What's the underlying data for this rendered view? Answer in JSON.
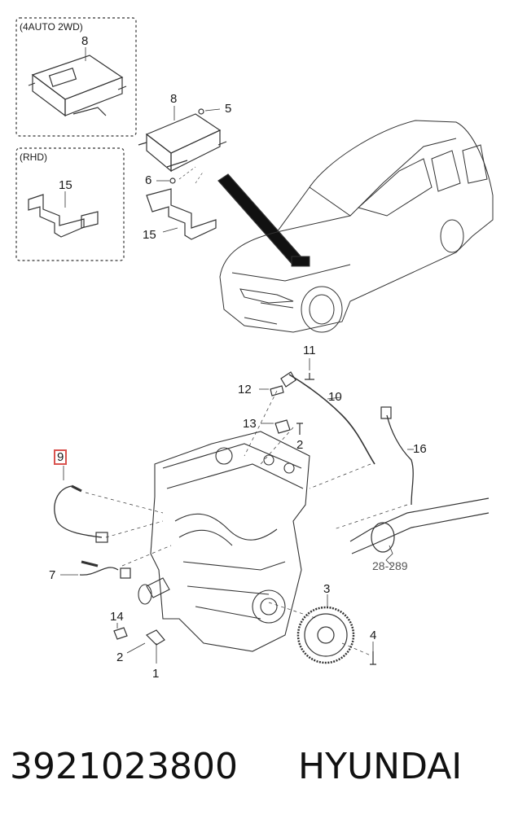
{
  "boxes": {
    "top_label": "(4AUTO 2WD)",
    "rhd_label": "(RHD)"
  },
  "callouts": {
    "c8a": "8",
    "c8b": "8",
    "c5": "5",
    "c6": "6",
    "c15a": "15",
    "c15b": "15",
    "c11": "11",
    "c10": "10",
    "c12": "12",
    "c13": "13",
    "c2a": "2",
    "c16": "16",
    "c9": "9",
    "c7": "7",
    "c3": "3",
    "c14": "14",
    "c2b": "2",
    "c1": "1",
    "c4": "4",
    "ref": "28-289"
  },
  "footer": {
    "part_number": "3921023800",
    "brand": "HYUNDAI"
  },
  "colors": {
    "highlight": "#d9534f",
    "line": "#333333"
  }
}
